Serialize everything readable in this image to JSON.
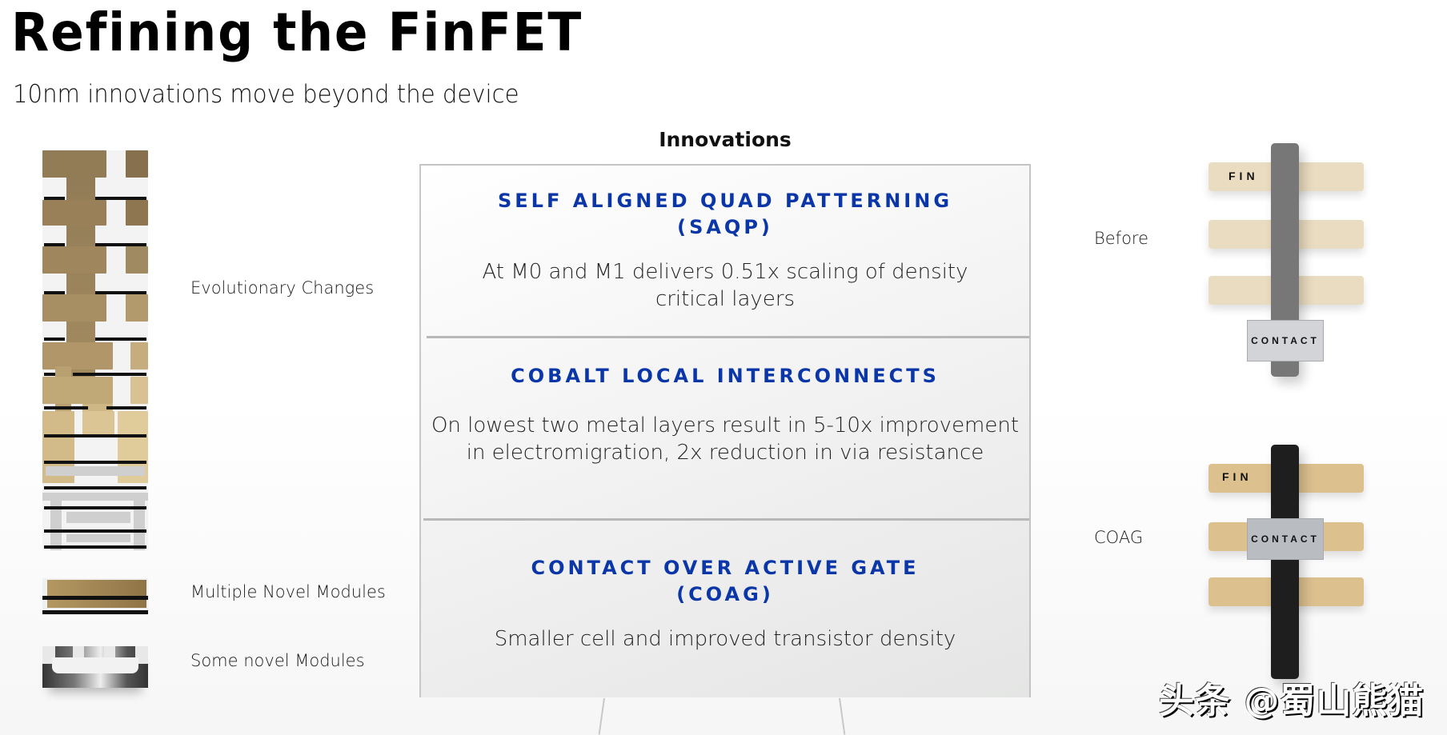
{
  "slide": {
    "title": "Refining the FinFET",
    "subtitle": "10nm innovations move beyond the device"
  },
  "left_panel": {
    "labels": [
      {
        "text": "Evolutionary Changes"
      },
      {
        "text": "Multiple Novel Modules"
      },
      {
        "text": "Some novel Modules"
      }
    ],
    "icons": [
      "metal-stack-illustration",
      "novel-modules-illustration",
      "fin-trench-illustration"
    ]
  },
  "innovations": {
    "heading": "Innovations",
    "sections": [
      {
        "title_line1": "SELF ALIGNED QUAD PATTERNING",
        "title_line2": "(SAQP)",
        "body_line1": "At M0 and M1 delivers 0.51x scaling of density",
        "body_line2": "critical layers"
      },
      {
        "title_line1": "COBALT LOCAL INTERCONNECTS",
        "title_line2": "",
        "body_line1": "On lowest two metal layers result in 5-10x improvement",
        "body_line2": "in electromigration, 2x reduction in via resistance"
      },
      {
        "title_line1": "CONTACT OVER ACTIVE GATE",
        "title_line2": "(COAG)",
        "body_line1": "Smaller cell and improved transistor density",
        "body_line2": ""
      }
    ],
    "title_color": "#0b36a8"
  },
  "right_panel": {
    "before": {
      "label": "Before",
      "fin_label": "FIN",
      "contact_label": "CONTACT",
      "gate_color": "#777777",
      "fin_color": "#eadcc0"
    },
    "coag": {
      "label": "COAG",
      "fin_label": "FIN",
      "contact_label": "CONTACT",
      "gate_color": "#1e1e1e",
      "fin_color": "#dcc08e"
    }
  },
  "watermark": "头条 @蜀山熊猫"
}
